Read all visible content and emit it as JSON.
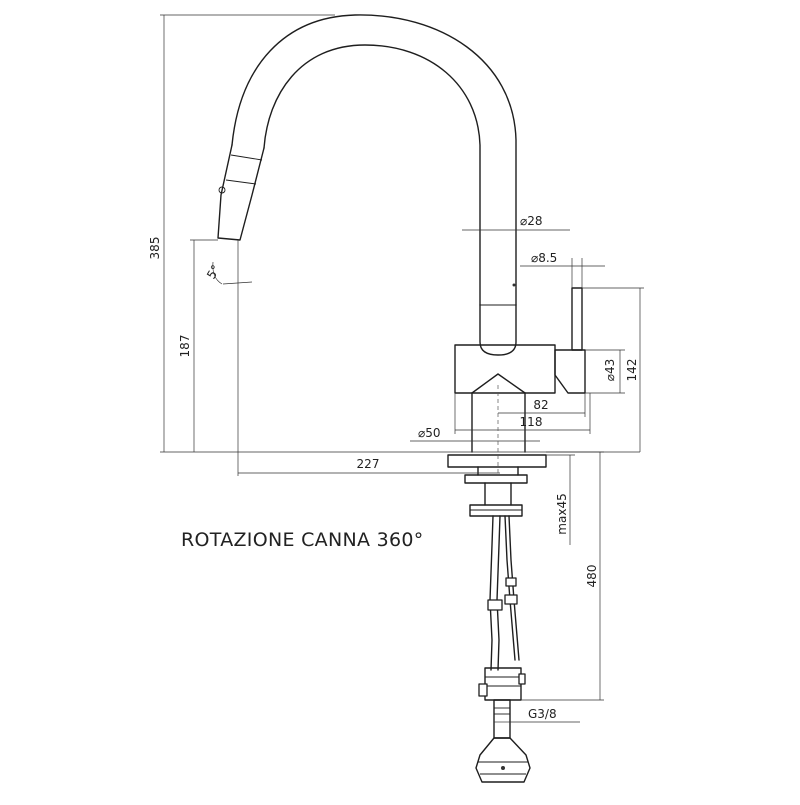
{
  "caption": "ROTAZIONE CANNA 360°",
  "dimensions": {
    "total_height": "385",
    "spout_height": "187",
    "spout_angle": "5°",
    "spout_diameter": "⌀28",
    "lever_diameter": "⌀8.5",
    "body_diameter": "⌀43",
    "body_height": "142",
    "lever_offset": "82",
    "body_width": "118",
    "base_diameter": "⌀50",
    "reach": "227",
    "max_thickness": "max45",
    "hose_length": "480",
    "thread": "G3/8"
  }
}
